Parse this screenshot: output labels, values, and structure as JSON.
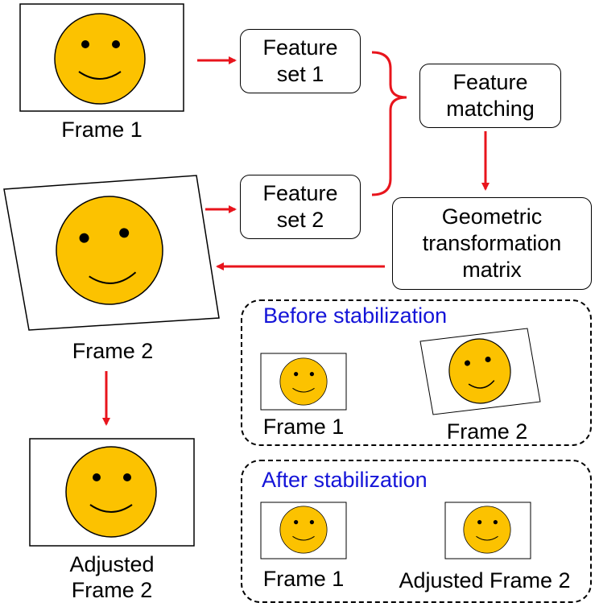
{
  "colors": {
    "arrow": "#e8141c",
    "face": "#fcc200",
    "panel_title": "#1414d8"
  },
  "frames": {
    "frame1": "Frame 1",
    "frame2": "Frame 2",
    "adjusted": "Adjusted\nFrame 2"
  },
  "boxes": {
    "feature_set_1": "Feature\nset 1",
    "feature_set_2": "Feature\nset 2",
    "feature_matching": "Feature\nmatching",
    "geometric": "Geometric\ntransformation\nmatrix"
  },
  "before_panel": {
    "title": "Before stabilization",
    "frame1": "Frame 1",
    "frame2": "Frame 2"
  },
  "after_panel": {
    "title": "After stabilization",
    "frame1": "Frame 1",
    "frame2": "Adjusted Frame 2"
  }
}
